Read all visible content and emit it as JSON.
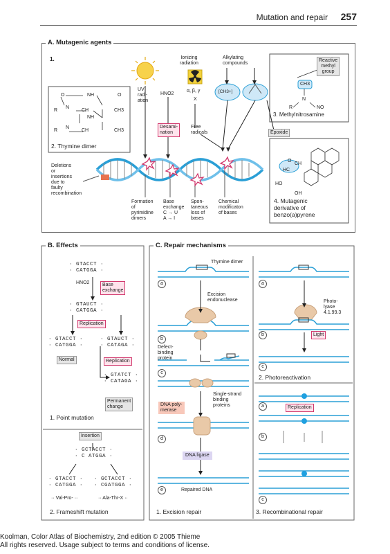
{
  "header": {
    "title": "Mutation and repair",
    "page": "257"
  },
  "sectionA": {
    "title": "A. Mutagenic agents",
    "num": "1.",
    "thymine_dimer": "2. Thymine dimer",
    "uv": "UV\nradi-\nation",
    "hno2": "HNO2",
    "ionizing": "Ionizing\nradiation",
    "abg": "α, β, γ",
    "x": "X",
    "alkylating": "Alkylating\ncompounds",
    "ch3": "[CH3+]",
    "deamination": "Desami-\nnation",
    "free_radicals": "Free\nradicals",
    "reactive_methyl": "Reactive\nmethyl\ngroup",
    "methyl_nitrosamine": "3. Methylnitrosamine",
    "epoxide": "Epoxide",
    "benzo": "4. Mutagenic\nderivative of\nbenzo(a)pyrene",
    "deletions": "Deletions\nor\ninsertions\ndue to\nfaulty\nrecombination",
    "formation": "Formation\nof\npyrimidine\ndimers",
    "base_exchange": "Base\nexchange\nC → U\nA → I",
    "spontaneous": "Spon-\ntaneous\nloss of\nbases",
    "chemical": "Chemical\nmodificaton\nof bases",
    "chem_labels": {
      "nh": "NH",
      "o": "O",
      "c": "C",
      "ch": "CH",
      "ch3": "CH3",
      "r": "R",
      "n": "N",
      "no": "NO",
      "ho": "HO",
      "h": "H",
      "oh": "OH",
      "hc": "HC"
    }
  },
  "sectionB": {
    "title": "B. Effects",
    "seq1a": "· GTACCT ·",
    "seq1b": "· CATGGA ·",
    "hno2": "HNO2",
    "base_exchange": "Base\nexchange",
    "seq2a": "· GTAUCT ·",
    "seq2b": "· CATGGA ·",
    "replication": "Replication",
    "seq3a": "· GTACCT ·",
    "seq3b": "· CATGGA ·",
    "seq4a": "· GTAUCT ·",
    "seq4b": "· CATAGA ·",
    "normal": "Normal",
    "replication2": "Replication",
    "seq5a": "· GTATCT ·",
    "seq5b": "· CATAGA ·",
    "permanent": "Permanent\nchange",
    "point": "1. Point mutation",
    "insertion": "Insertion",
    "seq6a": "· GCTACCT ·",
    "seq6b": "· C ATGGA ·",
    "seq7a": "· GTACCT ·",
    "seq7b": "· CATGGA ·",
    "seq8a": "· GCTACCT ·",
    "seq8b": "· CGATGGA ·",
    "valpro": "·· Val-Pro- ··",
    "ala": "·· Ala-Thr-X ··",
    "frameshift": "2. Frameshift mutation"
  },
  "sectionC": {
    "title": "C. Repair mechanisms",
    "thymine_dimer": "Thymine dimer",
    "a": "a",
    "b": "b",
    "c": "c",
    "d": "d",
    "e": "e",
    "excision_endo": "Excision\nendonuclease",
    "defect_binding": "Defect-\nbinding\nprotein",
    "single_strand": "Single-strand\nbinding\nproteins",
    "dna_poly": "DNA poly-\nmerase",
    "dna_ligase": "DNA ligase",
    "repaired": "Repaired DNA",
    "excision_repair": "1. Excision repair",
    "photolyase": "Photo-\nlyase\n4.1.99.3",
    "light": "Light",
    "photoreactivation": "2. Photoreactivation",
    "replication": "Replication",
    "recombinational": "3. Recombinational repair"
  },
  "footer": {
    "line1": "Koolman, Color Atlas of Biochemistry, 2nd edition © 2005 Thieme",
    "line2": "All rights reserved. Usage subject to terms and conditions of license."
  },
  "colors": {
    "dna": "#2a9fd6",
    "highlight": "#d23a6e",
    "protein": "#e9c9a8"
  }
}
